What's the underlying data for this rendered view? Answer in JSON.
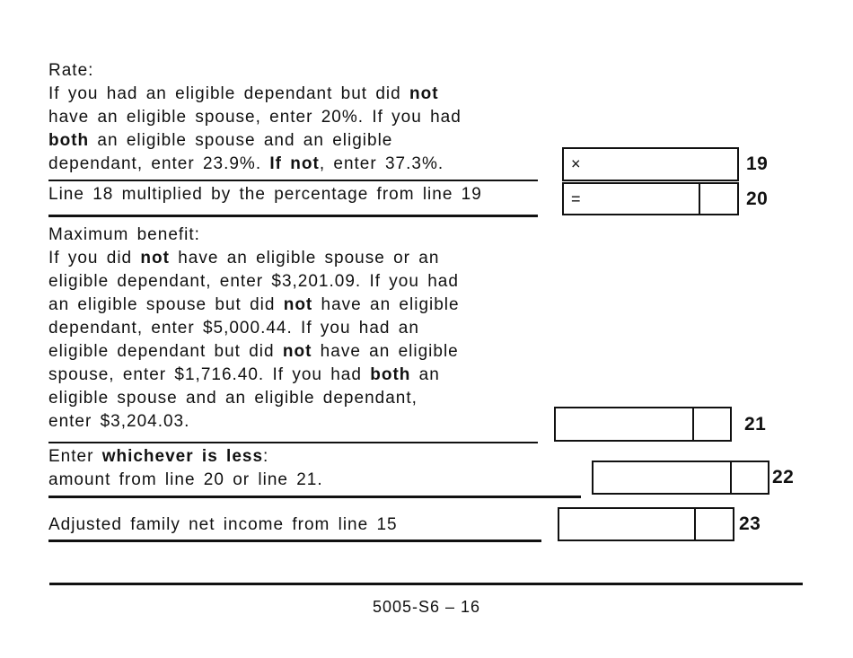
{
  "form": {
    "rate_section": {
      "lines": [
        "Rate:",
        "If you had an eligible dependant but did **not**",
        "have an eligible spouse, enter 20%. If you had",
        "**both** an eligible spouse and an eligible",
        "dependant, enter 23.9%. **If not**, enter 37.3%."
      ]
    },
    "line18_row": {
      "label": "Line 18 multiplied by the percentage from line 19"
    },
    "maximum_benefit_section": {
      "lines": [
        "Maximum benefit:",
        "If you did **not** have an eligible spouse or an",
        "eligible dependant, enter $3,201.09. If you had",
        "an eligible spouse but did **not** have an eligible",
        "dependant, enter $5,000.44. If you had an",
        "eligible dependant but did **not** have an eligible",
        "spouse, enter $1,716.40. If you had **both** an",
        "eligible spouse and an eligible dependant,",
        "enter $3,204.03."
      ]
    },
    "whichever_less_row": {
      "lines": [
        "Enter **whichever is less**:",
        "amount from line 20 or line 21."
      ]
    },
    "adjusted_income_row": {
      "label": "Adjusted family net income from line 15"
    },
    "fields": {
      "line19": {
        "number": "19",
        "operator": "×",
        "value": ""
      },
      "line20": {
        "number": "20",
        "operator": "=",
        "value": ""
      },
      "line21": {
        "number": "21",
        "value": ""
      },
      "line22": {
        "number": "22",
        "value": ""
      },
      "line23": {
        "number": "23",
        "value": ""
      }
    },
    "footer": {
      "page_label": "5005-S6 – 16"
    },
    "colors": {
      "ink": "#111111",
      "background": "#ffffff"
    }
  }
}
